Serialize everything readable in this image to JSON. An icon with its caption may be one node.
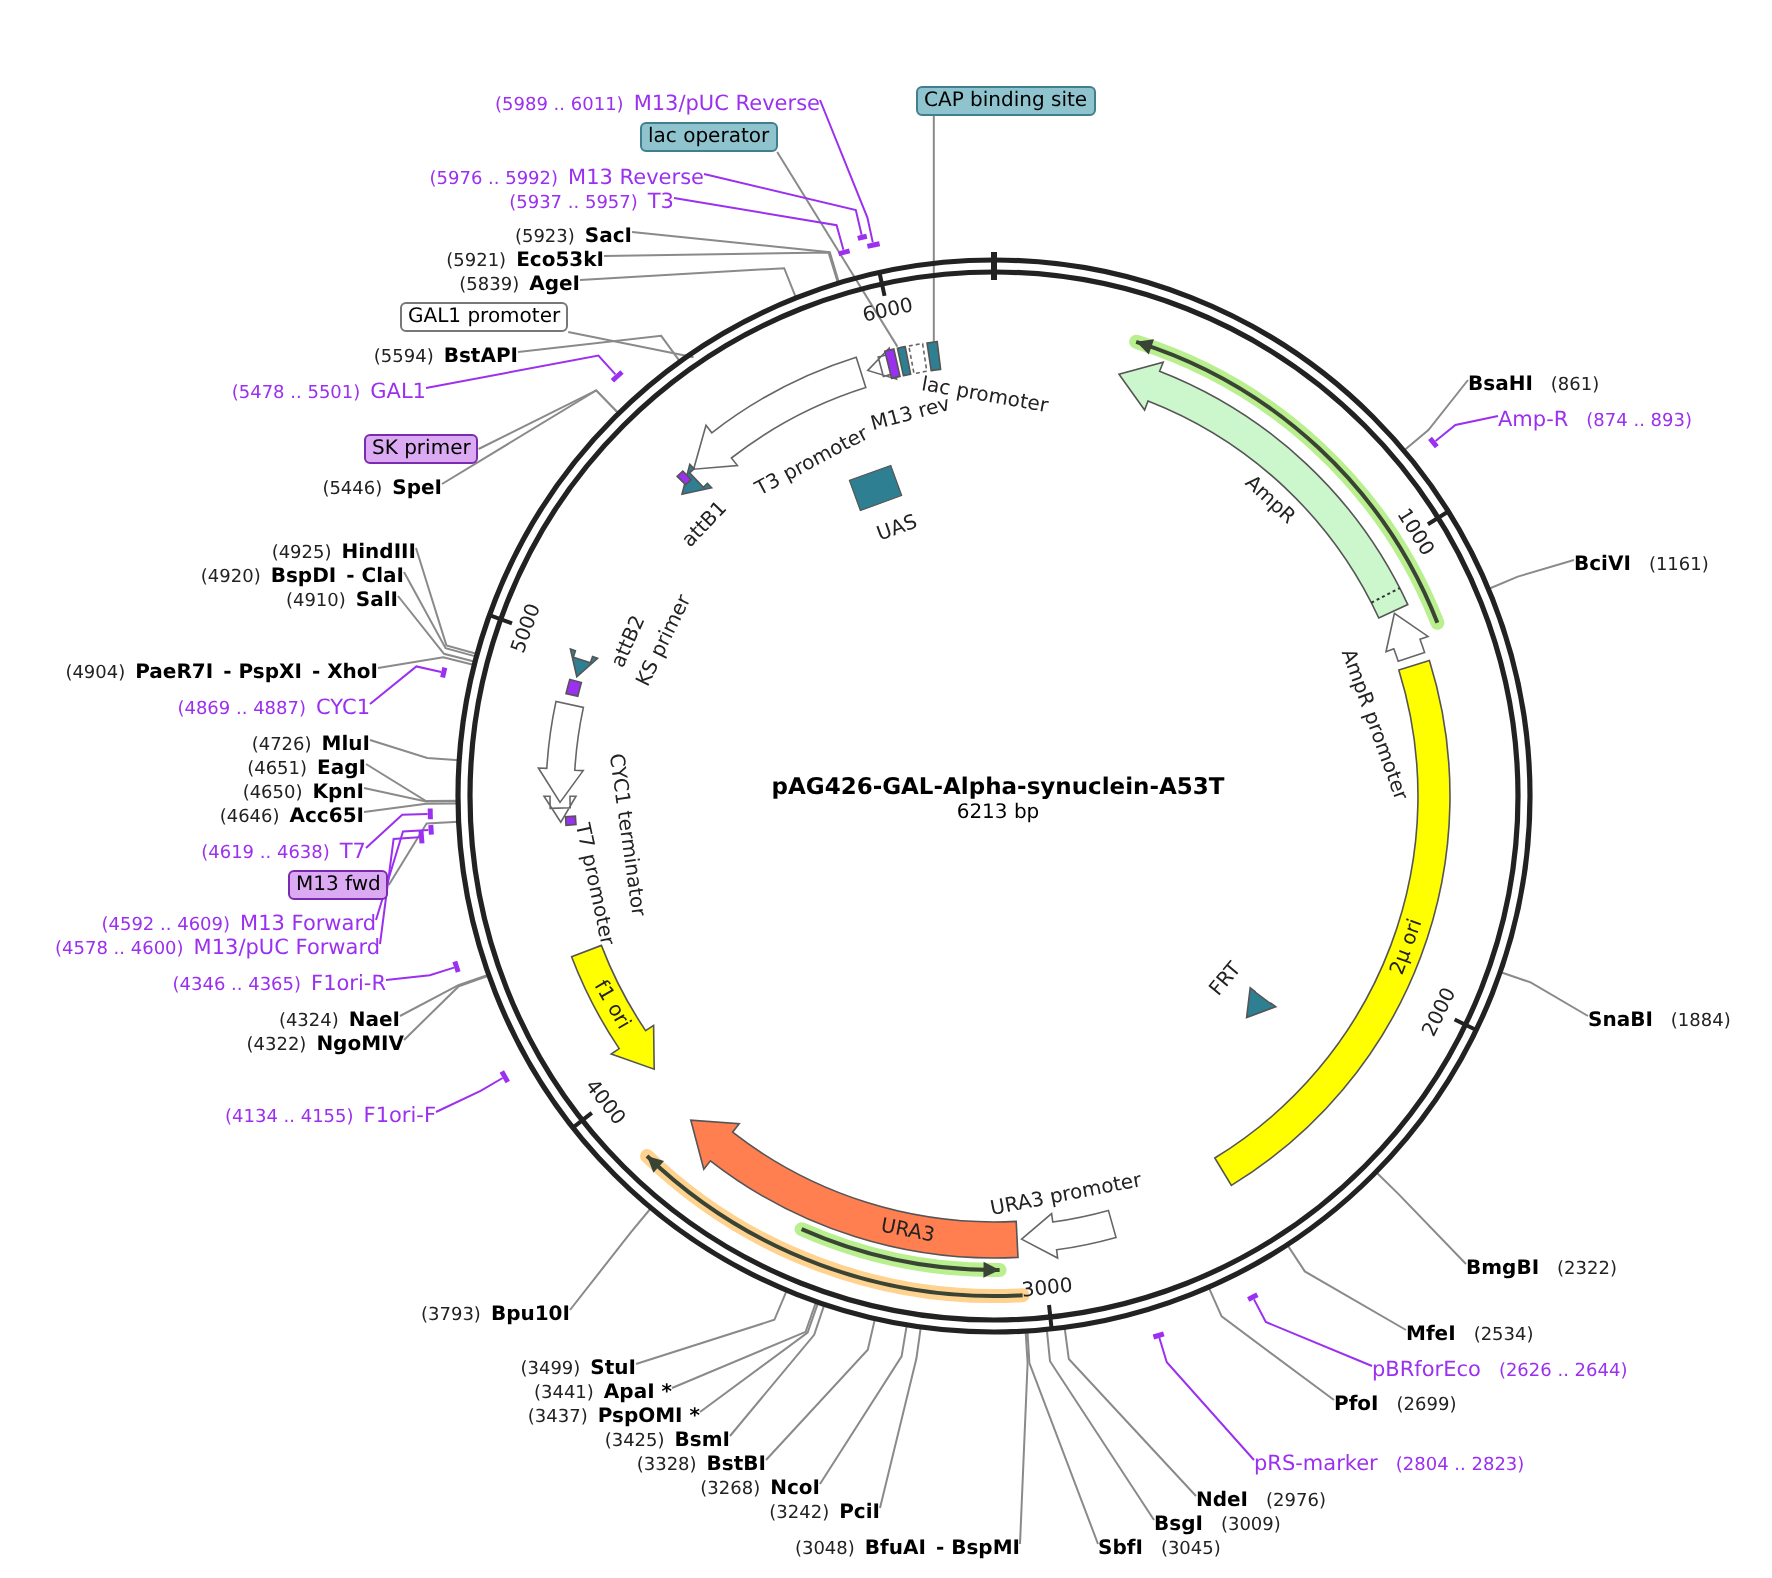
{
  "diagram": {
    "title": "pAG426-GAL-Alpha-synuclein-A53T",
    "nodes": [
      {
        "text": [
          "(5989 .. 6011)",
          "M13/pUC Reverse"
        ]
      },
      {
        "text": [
          "CAP binding site"
        ]
      },
      {
        "text": [
          "lac operator"
        ]
      },
      {
        "text": [
          "(5976 .. 5992)",
          "M13 Reverse"
        ]
      },
      {
        "text": [
          "(5937 .. 5957)",
          "T3"
        ]
      },
      {
        "text": [
          "(5923)",
          "SacI"
        ]
      },
      {
        "text": [
          "(5921)",
          "Eco53kI"
        ]
      },
      {
        "text": [
          "(5839)",
          "AgeI"
        ]
      },
      {
        "text": [
          "GAL1 promoter"
        ]
      },
      {
        "text": [
          "(5594)",
          "BstAPI"
        ]
      },
      {
        "text": [
          "(5478 .. 5501)",
          "GAL1"
        ]
      },
      {
        "text": [
          "SK primer"
        ]
      },
      {
        "text": [
          "(5446)",
          "SpeI"
        ]
      },
      {
        "text": [
          "(4925)",
          "HindIII"
        ]
      },
      {
        "text": [
          "(4920)",
          "BspDI",
          "- ClaI"
        ]
      },
      {
        "text": [
          "(4910)",
          "SalI"
        ]
      },
      {
        "text": [
          "(4904)",
          "PaeR7I",
          "- PspXI",
          "- XhoI"
        ]
      },
      {
        "text": [
          "(4869 .. 4887)",
          "CYC1"
        ]
      },
      {
        "text": [
          "(4726)",
          "MluI"
        ]
      },
      {
        "text": [
          "(4651)",
          "EagI"
        ]
      },
      {
        "text": [
          "(4650)",
          "KpnI"
        ]
      },
      {
        "text": [
          "(4646)",
          "Acc65I"
        ]
      },
      {
        "text": [
          "(4619 .. 4638)",
          "T7"
        ]
      },
      {
        "text": [
          "M13 fwd"
        ]
      },
      {
        "text": [
          "(4592 .. 4609)",
          "M13 Forward"
        ]
      },
      {
        "text": [
          "(4578 .. 4600)",
          "M13/pUC Forward"
        ]
      },
      {
        "text": [
          "(4346 .. 4365)",
          "F1ori-R"
        ]
      },
      {
        "text": [
          "(4324)",
          "NaeI"
        ]
      },
      {
        "text": [
          "(4322)",
          "NgoMIV"
        ]
      },
      {
        "text": [
          "(4134 .. 4155)",
          "F1ori-F"
        ]
      },
      {
        "text": [
          "(3793)",
          "Bpu10I"
        ]
      },
      {
        "text": [
          "(3499)",
          "StuI"
        ]
      },
      {
        "text": [
          "(3441)",
          "ApaI *"
        ]
      },
      {
        "text": [
          "(3437)",
          "PspOMI *"
        ]
      },
      {
        "text": [
          "(3425)",
          "BsmI"
        ]
      },
      {
        "text": [
          "(3328)",
          "BstBI"
        ]
      },
      {
        "text": [
          "(3268)",
          "NcoI"
        ]
      },
      {
        "text": [
          "(3242)",
          "PciI"
        ]
      },
      {
        "text": [
          "(3048)",
          "BfuAI",
          "- BspMI"
        ]
      },
      {
        "text": [
          "SbfI",
          "(3045)"
        ]
      },
      {
        "text": [
          "BsgI",
          "(3009)"
        ]
      },
      {
        "text": [
          "NdeI",
          "(2976)"
        ]
      },
      {
        "text": [
          "pRS-marker",
          "(2804 .. 2823)"
        ]
      },
      {
        "text": [
          "PfoI",
          "(2699)"
        ]
      },
      {
        "text": [
          "pBRforEco",
          "(2626 .. 2644)"
        ]
      },
      {
        "text": [
          "MfeI",
          "(2534)"
        ]
      },
      {
        "text": [
          "BmgBI",
          "(2322)"
        ]
      },
      {
        "text": [
          "SnaBI",
          "(1884)"
        ]
      },
      {
        "text": [
          "BciVI",
          "(1161)"
        ]
      },
      {
        "text": [
          "BsaHI",
          "(861)"
        ]
      },
      {
        "text": [
          "Amp-R",
          "(874 .. 893)"
        ]
      },
      {
        "text": [],
        "shape": "box"
      },
      {
        "text": [],
        "shape": "box"
      },
      {
        "text": [],
        "shape": "arrow"
      },
      {
        "text": [
          "T3 promoter"
        ]
      },
      {
        "text": [
          "M13 rev"
        ]
      },
      {
        "text": [
          "lac promoter"
        ]
      },
      {
        "text": [
          "attB1"
        ]
      },
      {
        "text": [
          "UAS"
        ]
      },
      {
        "text": [
          "AmpR"
        ]
      },
      {
        "text": [
          "AmpR promoter"
        ]
      },
      {
        "text": [
          "2μ ori"
        ]
      },
      {
        "text": [
          "FRT"
        ]
      },
      {
        "text": [
          "URA3 promoter"
        ]
      },
      {
        "text": [
          "URA3"
        ]
      },
      {
        "text": [
          "f1 ori"
        ]
      },
      {
        "text": [
          "attB2"
        ]
      },
      {
        "text": [
          "KS primer"
        ]
      },
      {
        "text": [
          "CYC1 terminator"
        ]
      },
      {
        "text": [
          "T7 promoter"
        ]
      },
      {
        "text": [],
        "shape": "bar"
      },
      {
        "text": [],
        "shape": "bar"
      },
      {
        "text": [],
        "shape": "bar"
      },
      {
        "text": [],
        "shape": "bar"
      },
      {
        "text": [],
        "shape": "bar"
      },
      {
        "text": [],
        "shape": "bar"
      },
      {
        "text": [],
        "shape": "bar"
      },
      {
        "text": [],
        "shape": "bar"
      },
      {
        "text": [],
        "shape": "bar"
      },
      {
        "text": [],
        "shape": "bar"
      },
      {
        "text": [],
        "shape": "bar"
      },
      {
        "text": [],
        "shape": "bar"
      },
      {
        "text": [],
        "shape": "bar"
      }
    ],
    "edges": [
      {
        "from": 0,
        "to": 72,
        "arrow": "none",
        "color": "#9b30f0"
      },
      {
        "from": 1,
        "to": 52,
        "arrow": "none"
      },
      {
        "from": 2,
        "to": 51,
        "arrow": "none"
      },
      {
        "from": 3,
        "to": 71,
        "arrow": "none",
        "color": "#9b30f0"
      },
      {
        "from": 4,
        "to": 70,
        "arrow": "none",
        "color": "#9b30f0"
      },
      {
        "from": 5,
        "to": null,
        "arrow": "none"
      },
      {
        "from": 6,
        "to": null,
        "arrow": "none"
      },
      {
        "from": 7,
        "to": null,
        "arrow": "none"
      },
      {
        "from": 8,
        "to": 53,
        "arrow": "none"
      },
      {
        "from": 9,
        "to": null,
        "arrow": "none"
      },
      {
        "from": 10,
        "to": 73,
        "arrow": "none",
        "color": "#9b30f0"
      },
      {
        "from": 11,
        "to": null,
        "arrow": "none"
      },
      {
        "from": 12,
        "to": null,
        "arrow": "none"
      },
      {
        "from": 13,
        "to": null,
        "arrow": "none"
      },
      {
        "from": 14,
        "to": null,
        "arrow": "none"
      },
      {
        "from": 15,
        "to": null,
        "arrow": "none"
      },
      {
        "from": 16,
        "to": null,
        "arrow": "none"
      },
      {
        "from": 17,
        "to": 75,
        "arrow": "none",
        "color": "#9b30f0"
      },
      {
        "from": 18,
        "to": null,
        "arrow": "none"
      },
      {
        "from": 19,
        "to": null,
        "arrow": "none"
      },
      {
        "from": 20,
        "to": null,
        "arrow": "none"
      },
      {
        "from": 21,
        "to": null,
        "arrow": "none"
      },
      {
        "from": 22,
        "to": 76,
        "arrow": "none",
        "color": "#9b30f0"
      },
      {
        "from": 23,
        "to": null,
        "arrow": "none"
      },
      {
        "from": 24,
        "to": 77,
        "arrow": "none",
        "color": "#9b30f0"
      },
      {
        "from": 25,
        "to": 78,
        "arrow": "none",
        "color": "#9b30f0"
      },
      {
        "from": 26,
        "to": 79,
        "arrow": "none",
        "color": "#9b30f0"
      },
      {
        "from": 27,
        "to": null,
        "arrow": "none"
      },
      {
        "from": 28,
        "to": null,
        "arrow": "none"
      },
      {
        "from": 29,
        "to": 80,
        "arrow": "none",
        "color": "#9b30f0"
      },
      {
        "from": 30,
        "to": null,
        "arrow": "none"
      },
      {
        "from": 31,
        "to": null,
        "arrow": "none"
      },
      {
        "from": 32,
        "to": null,
        "arrow": "none"
      },
      {
        "from": 33,
        "to": null,
        "arrow": "none"
      },
      {
        "from": 34,
        "to": null,
        "arrow": "none"
      },
      {
        "from": 35,
        "to": null,
        "arrow": "none"
      },
      {
        "from": 36,
        "to": null,
        "arrow": "none"
      },
      {
        "from": 37,
        "to": null,
        "arrow": "none"
      },
      {
        "from": 38,
        "to": null,
        "arrow": "none"
      },
      {
        "from": 39,
        "to": null,
        "arrow": "none"
      },
      {
        "from": 40,
        "to": null,
        "arrow": "none"
      },
      {
        "from": 41,
        "to": null,
        "arrow": "none"
      },
      {
        "from": 42,
        "to": 82,
        "arrow": "none",
        "color": "#9b30f0"
      },
      {
        "from": 43,
        "to": null,
        "arrow": "none"
      },
      {
        "from": 44,
        "to": 81,
        "arrow": "none",
        "color": "#9b30f0"
      },
      {
        "from": 45,
        "to": null,
        "arrow": "none"
      },
      {
        "from": 46,
        "to": null,
        "arrow": "none"
      },
      {
        "from": 47,
        "to": null,
        "arrow": "none"
      },
      {
        "from": 48,
        "to": null,
        "arrow": "none"
      },
      {
        "from": 49,
        "to": null,
        "arrow": "none"
      },
      {
        "from": 50,
        "to": 74,
        "arrow": "none",
        "color": "#9b30f0"
      }
    ],
    "labels": [
      "6213 bp",
      "1000",
      "2000",
      "3000",
      "4000",
      "5000",
      "6000"
    ]
  }
}
